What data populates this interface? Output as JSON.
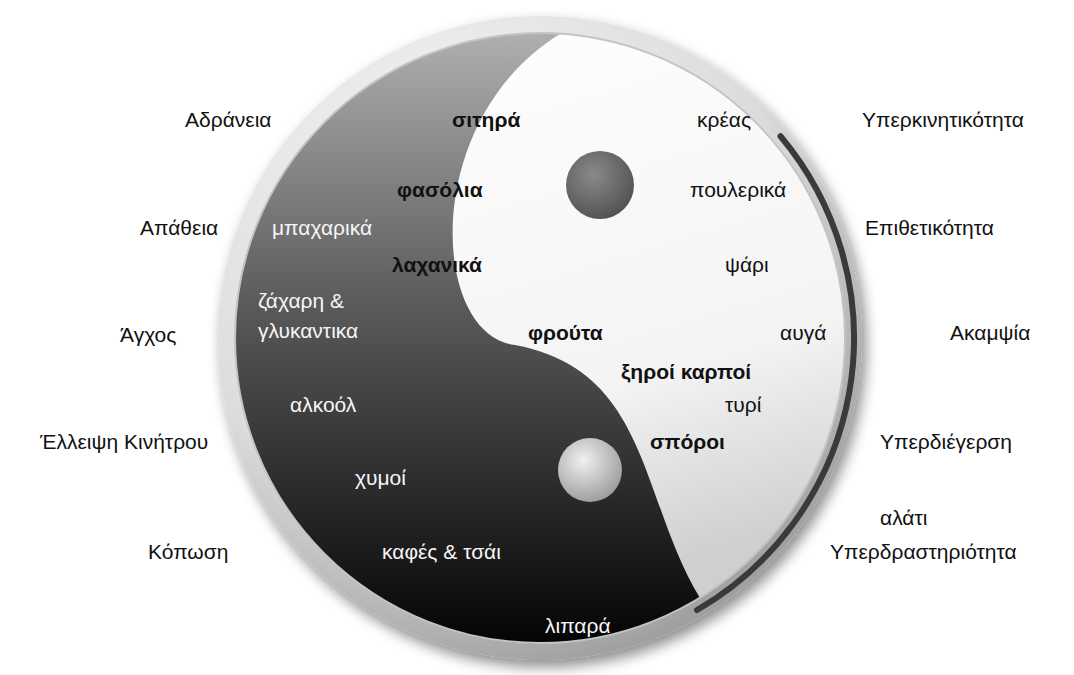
{
  "diagram": {
    "labels": [
      "Αδράνεια",
      "σιτηρά",
      "κρέας",
      "Υπερκινητικότητα",
      "φασόλια",
      "πουλερικά",
      "Απάθεια",
      "μπαχαρικά",
      "Επιθετικότητα",
      "λαχανικά",
      "ψάρι",
      "ζάχαρη & γλυκαντικα",
      "Άγχος",
      "φρούτα",
      "αυγά",
      "Ακαμψία",
      "ξηροί καρποί",
      "αλκοόλ",
      "τυρί",
      "Έλλειψη Κινήτρου",
      "σπόροι",
      "Υπερδιέγερση",
      "χυμοί",
      "αλάτι",
      "Κόπωση",
      "καφές & τσάι",
      "Υπερδραστηριότητα",
      "λιπαρά"
    ]
  }
}
